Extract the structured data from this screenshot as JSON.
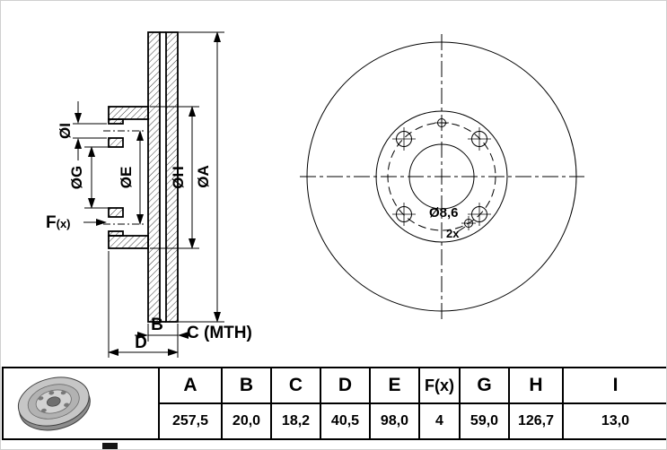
{
  "section_view": {
    "labels": {
      "dia_i": "ØI",
      "dia_g": "ØG",
      "dia_e": "ØE",
      "dia_h": "ØH",
      "dia_a": "ØA",
      "f_prefix": "F",
      "f_suffix": "(x)",
      "b": "B",
      "c_mth": "C (MTH)",
      "d": "D"
    }
  },
  "front_view": {
    "hole_diameter": "Ø8,6",
    "hole_count": "2x"
  },
  "spec_table": {
    "columns": [
      {
        "header": "A",
        "value": "257,5"
      },
      {
        "header": "B",
        "value": "20,0"
      },
      {
        "header": "C",
        "value": "18,2"
      },
      {
        "header": "D",
        "value": "40,5"
      },
      {
        "header": "E",
        "value": "98,0"
      },
      {
        "header": "F(x)",
        "value": "4"
      },
      {
        "header": "G",
        "value": "59,0"
      },
      {
        "header": "H",
        "value": "126,7"
      },
      {
        "header": "I",
        "value": "13,0"
      }
    ]
  }
}
